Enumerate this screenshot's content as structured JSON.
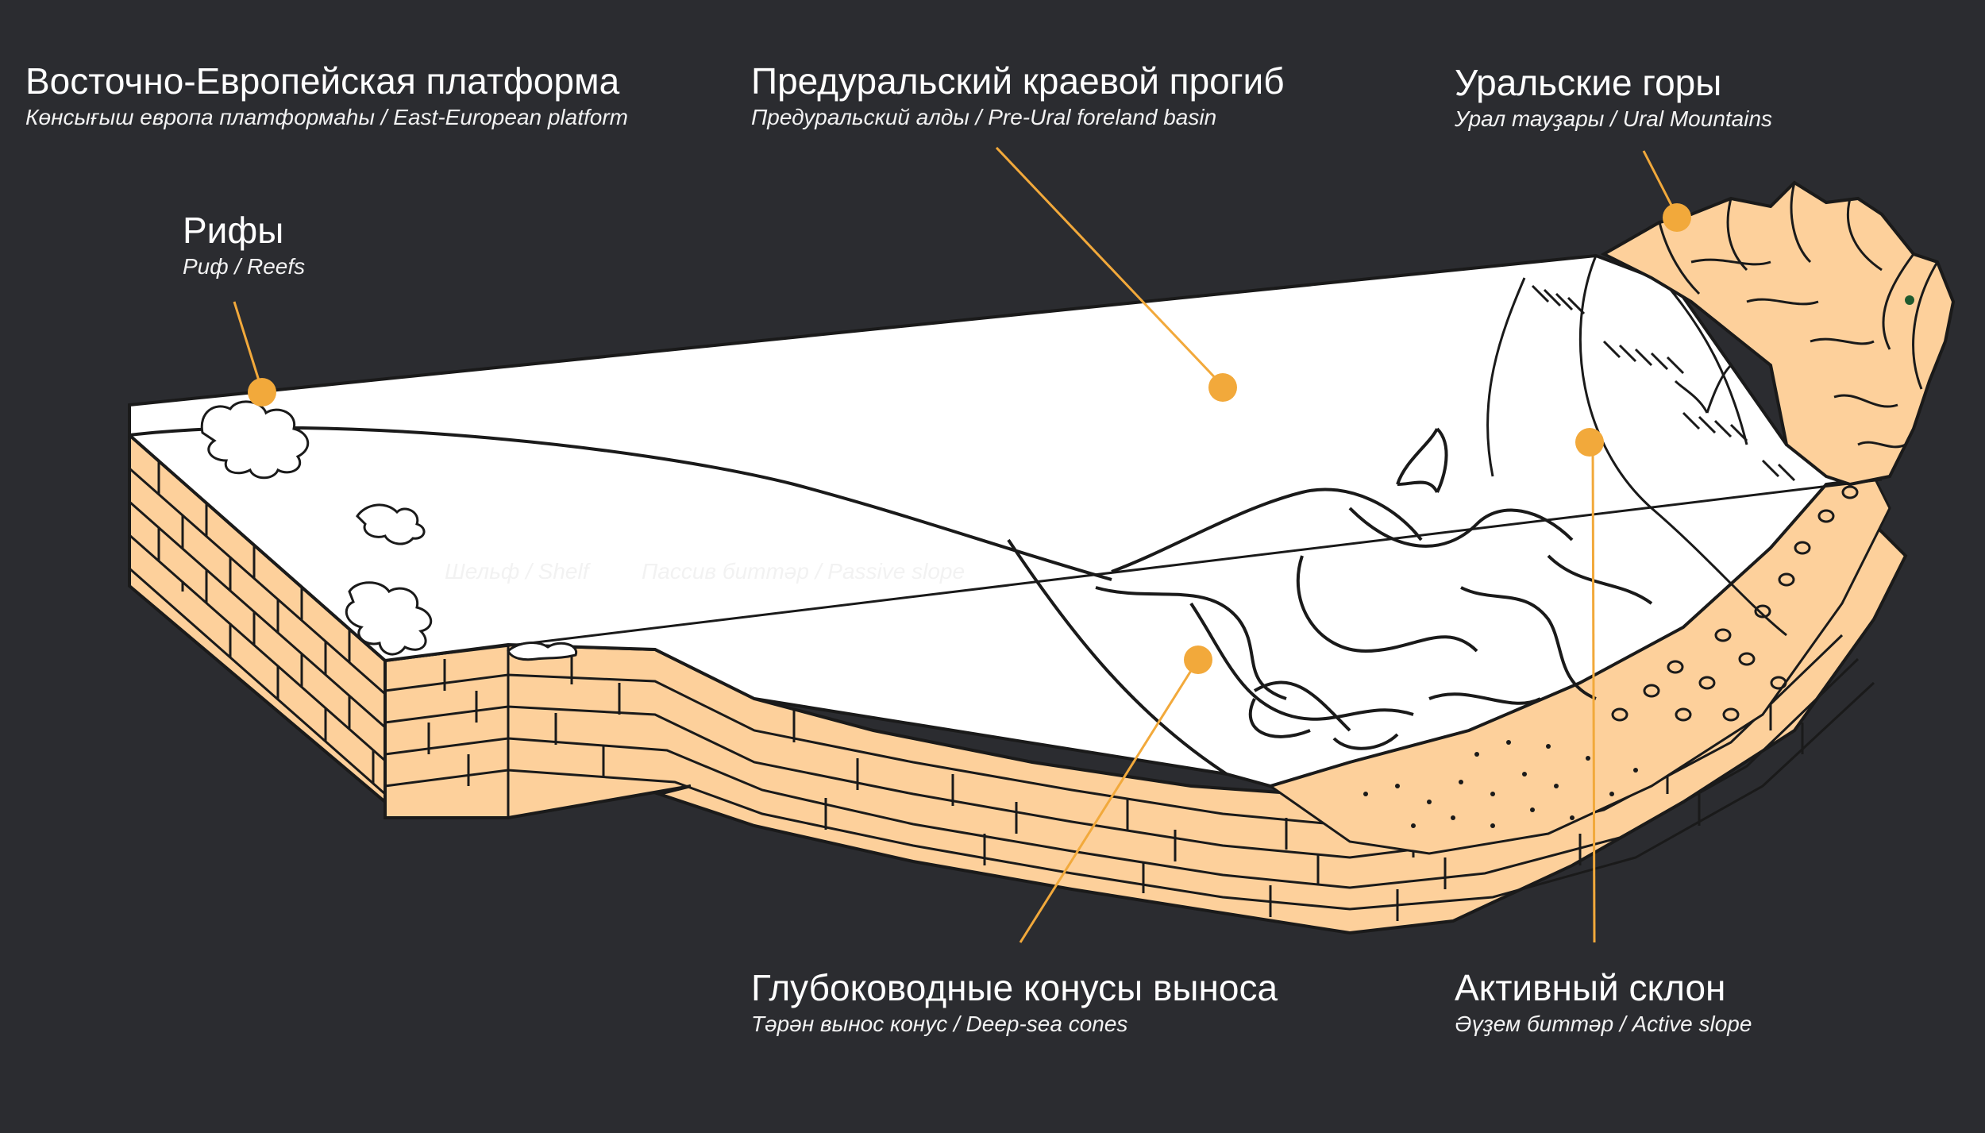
{
  "labels": {
    "platform": {
      "title": "Восточно-Европейская платформа",
      "subtitle": "Көнсығыш европа платформаһы / East-European platform"
    },
    "foreland": {
      "title": "Предуральский краевой прогиб",
      "subtitle": "Предуральский алды / Pre-Ural foreland basin"
    },
    "urals": {
      "title": "Уральские горы",
      "subtitle": "Урал тауҙары / Ural Mountains"
    },
    "reefs": {
      "title": "Рифы",
      "subtitle": "Риф / Reefs"
    },
    "shelf": {
      "title": "Шельф",
      "subtitle": "Шельф / Shelf"
    },
    "passive": {
      "title": "Пассивный склон",
      "subtitle": "Пассив биттәр / Passive slope"
    },
    "cones": {
      "title": "Глубоководные конусы выноса",
      "subtitle": "Тәрән вынос конус / Deep-sea cones"
    },
    "active": {
      "title": "Активный склон",
      "subtitle": "Әүҙем биттәр / Active slope"
    }
  },
  "colors": {
    "background": "#2b2c30",
    "rock": "#fdd09b",
    "surface": "#ffffff",
    "outline": "#1a1a1a",
    "marker": "#f2a93b"
  }
}
